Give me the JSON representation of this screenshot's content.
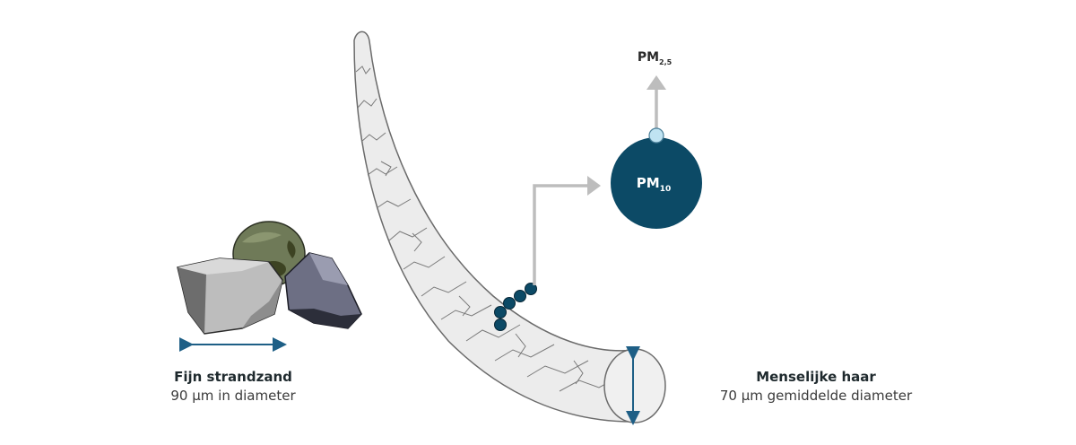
{
  "sand": {
    "title": "Fijn strandzand",
    "subtitle": "90 µm in diameter"
  },
  "hair": {
    "title": "Menselijke haar",
    "subtitle": "70 µm gemiddelde diameter"
  },
  "pm10": {
    "base": "PM",
    "sub": "10"
  },
  "pm25": {
    "base": "PM",
    "sub": "2,5"
  },
  "colors": {
    "pm10": "#0c4a66",
    "pm25": "#bfe3f2",
    "arrow": "#bdbdbd",
    "dimension": "#1e5f86",
    "hair_fill": "#ececec",
    "hair_stroke": "#6b6b6b"
  }
}
